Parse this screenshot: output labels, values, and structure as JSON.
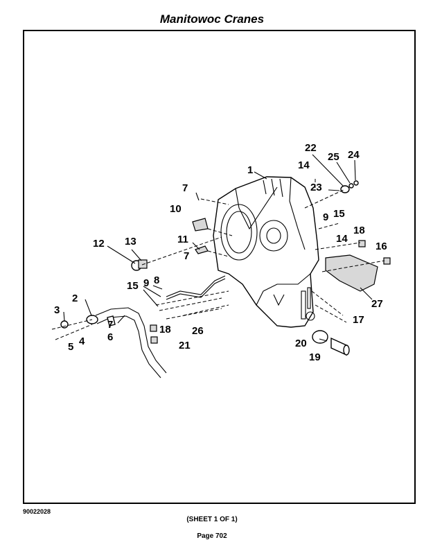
{
  "header": {
    "title": "Manitowoc Cranes"
  },
  "diagram": {
    "drawing_number": "90022028",
    "callouts": [
      {
        "id": "1",
        "label": "1"
      },
      {
        "id": "2",
        "label": "2"
      },
      {
        "id": "3",
        "label": "3"
      },
      {
        "id": "4",
        "label": "4"
      },
      {
        "id": "5",
        "label": "5"
      },
      {
        "id": "6",
        "label": "6"
      },
      {
        "id": "7a",
        "label": "7"
      },
      {
        "id": "7b",
        "label": "7"
      },
      {
        "id": "7c",
        "label": "7"
      },
      {
        "id": "8",
        "label": "8"
      },
      {
        "id": "9a",
        "label": "9"
      },
      {
        "id": "9b",
        "label": "9"
      },
      {
        "id": "10",
        "label": "10"
      },
      {
        "id": "11",
        "label": "11"
      },
      {
        "id": "12",
        "label": "12"
      },
      {
        "id": "13",
        "label": "13"
      },
      {
        "id": "14a",
        "label": "14"
      },
      {
        "id": "14b",
        "label": "14"
      },
      {
        "id": "15a",
        "label": "15"
      },
      {
        "id": "15b",
        "label": "15"
      },
      {
        "id": "16",
        "label": "16"
      },
      {
        "id": "17",
        "label": "17"
      },
      {
        "id": "18a",
        "label": "18"
      },
      {
        "id": "18b",
        "label": "18"
      },
      {
        "id": "19",
        "label": "19"
      },
      {
        "id": "20",
        "label": "20"
      },
      {
        "id": "21",
        "label": "21"
      },
      {
        "id": "22",
        "label": "22"
      },
      {
        "id": "23",
        "label": "23"
      },
      {
        "id": "24",
        "label": "24"
      },
      {
        "id": "25",
        "label": "25"
      },
      {
        "id": "26",
        "label": "26"
      },
      {
        "id": "27",
        "label": "27"
      }
    ]
  },
  "footer": {
    "sheet": "(SHEET 1 OF 1)",
    "page": "Page 702"
  }
}
